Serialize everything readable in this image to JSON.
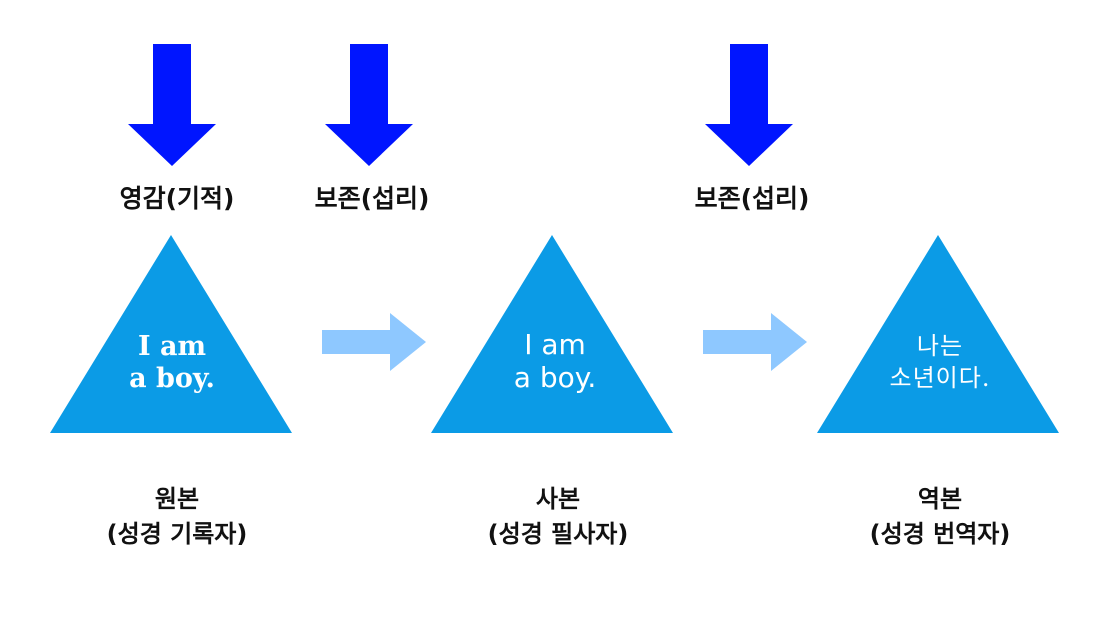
{
  "colors": {
    "down_arrow": "#0015ff",
    "triangle": "#0b9be6",
    "right_arrow": "#8ec8ff",
    "label_text": "#111111",
    "triangle_text": "#ffffff"
  },
  "icons": {
    "down_arrow": "arrow-down-icon",
    "right_arrow": "arrow-right-icon"
  },
  "top_labels": [
    "영감(기적)",
    "보존(섭리)",
    "보존(섭리)"
  ],
  "triangles": [
    {
      "line1": "I am",
      "line2": "a boy."
    },
    {
      "line1": "I am",
      "line2": "a boy."
    },
    {
      "line1": "나는",
      "line2": "소년이다."
    }
  ],
  "bottom_labels": [
    {
      "title": "원본",
      "subtitle": "(성경 기록자)"
    },
    {
      "title": "사본",
      "subtitle": "(성경 필사자)"
    },
    {
      "title": "역본",
      "subtitle": "(성경 번역자)"
    }
  ]
}
